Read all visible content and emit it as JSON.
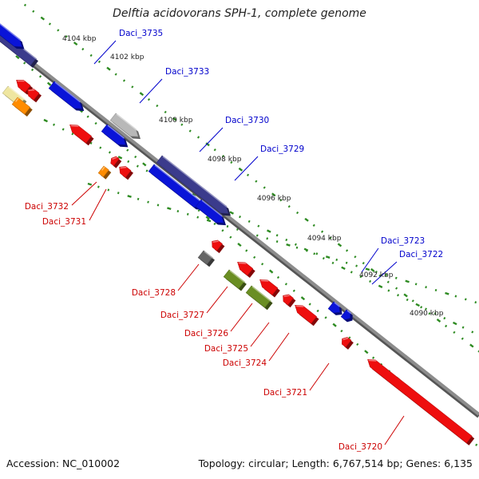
{
  "title": "Delftia acidovorans SPH-1, complete genome",
  "accession": "Accession: NC_010002",
  "summary": "Topology: circular; Length: 6,767,514 bp; Genes: 6,135",
  "colors": {
    "backbone": "#8c8c8c",
    "tick": "#2e8b22",
    "label_blue": "#0000cc",
    "label_red": "#cc0000",
    "gene_blue": "#0a14d8",
    "gene_red": "#ee0e0e",
    "gene_navy": "#3b3b8c",
    "gene_grey": "#b8b8b8",
    "gene_darkgrey": "#666666",
    "gene_olive": "#6a8e23",
    "gene_orange": "#ff8c00",
    "gene_khaki": "#efe6a0"
  },
  "kbp_labels": [
    "4104 kbp",
    "4102 kbp",
    "4100 kbp",
    "4098 kbp",
    "4096 kbp",
    "4094 kbp",
    "4092 kbp",
    "4090 kbp"
  ],
  "gene_labels": [
    {
      "text": "Daci_3735",
      "strand": "forward"
    },
    {
      "text": "Daci_3733",
      "strand": "forward"
    },
    {
      "text": "Daci_3730",
      "strand": "forward"
    },
    {
      "text": "Daci_3729",
      "strand": "forward"
    },
    {
      "text": "Daci_3723",
      "strand": "forward"
    },
    {
      "text": "Daci_3722",
      "strand": "forward"
    },
    {
      "text": "Daci_3732",
      "strand": "reverse"
    },
    {
      "text": "Daci_3731",
      "strand": "reverse"
    },
    {
      "text": "Daci_3728",
      "strand": "reverse"
    },
    {
      "text": "Daci_3727",
      "strand": "reverse"
    },
    {
      "text": "Daci_3726",
      "strand": "reverse"
    },
    {
      "text": "Daci_3725",
      "strand": "reverse"
    },
    {
      "text": "Daci_3724",
      "strand": "reverse"
    },
    {
      "text": "Daci_3721",
      "strand": "reverse"
    },
    {
      "text": "Daci_3720",
      "strand": "reverse"
    }
  ]
}
